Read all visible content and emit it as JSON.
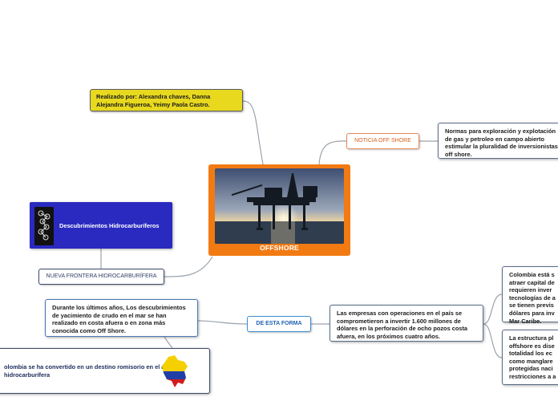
{
  "colors": {
    "orange": "#f27a12",
    "yellow": "#e8d91f",
    "blue_node": "#2b2ac0",
    "accent_blue": "#1f63b2",
    "orange_text": "#d9631f"
  },
  "center": {
    "label": "OFFSHORE",
    "image": "offshore-oil-platform-sunset"
  },
  "author": {
    "text": "Realizado por: Alexandra chaves, Danna Alejandra Figueroa, Yeimy Paola Castro."
  },
  "noticia": {
    "label": "NOTICIA OFF SHORE"
  },
  "normas": {
    "text": "Normas para exploración y explotación de gas y petroleo en campo abierto estimular la pluralidad de inversionistas off shore."
  },
  "descubrimientos": {
    "label": "Descubrimientos Hidrocarburíferos",
    "image": "molecule-icon"
  },
  "frontera": {
    "label": "NUEVA FRONTERA HIDROCARBURÍFERA"
  },
  "forma": {
    "label": "DE ESTA FORMA"
  },
  "durante": {
    "text": "Durante los últimos años, Los descubrimientos de yacimiento  de crudo en el mar se han realizado en costa afuera o en zona más conocida como Off Shore."
  },
  "empresas": {
    "text": "Las empresas con operaciones en el país se comprometieron a invertir 1.600 millones de dólares en la perforación de ocho pozos costa afuera, en los próximos cuatro años."
  },
  "colombia_esta": {
    "text": "Colombia está s atraer capital de requieren inver tecnologías de a se tienen previs dólares para inv Mar Caribe."
  },
  "estructura": {
    "text": "La estructura pl offshore es dise totalidad los ec como manglare protegidas naci restricciones a a"
  },
  "destino": {
    "text": "olombia se ha convertido en un destino romisorio en el área hidrocarburífera",
    "image": "colombia-flag-map"
  }
}
